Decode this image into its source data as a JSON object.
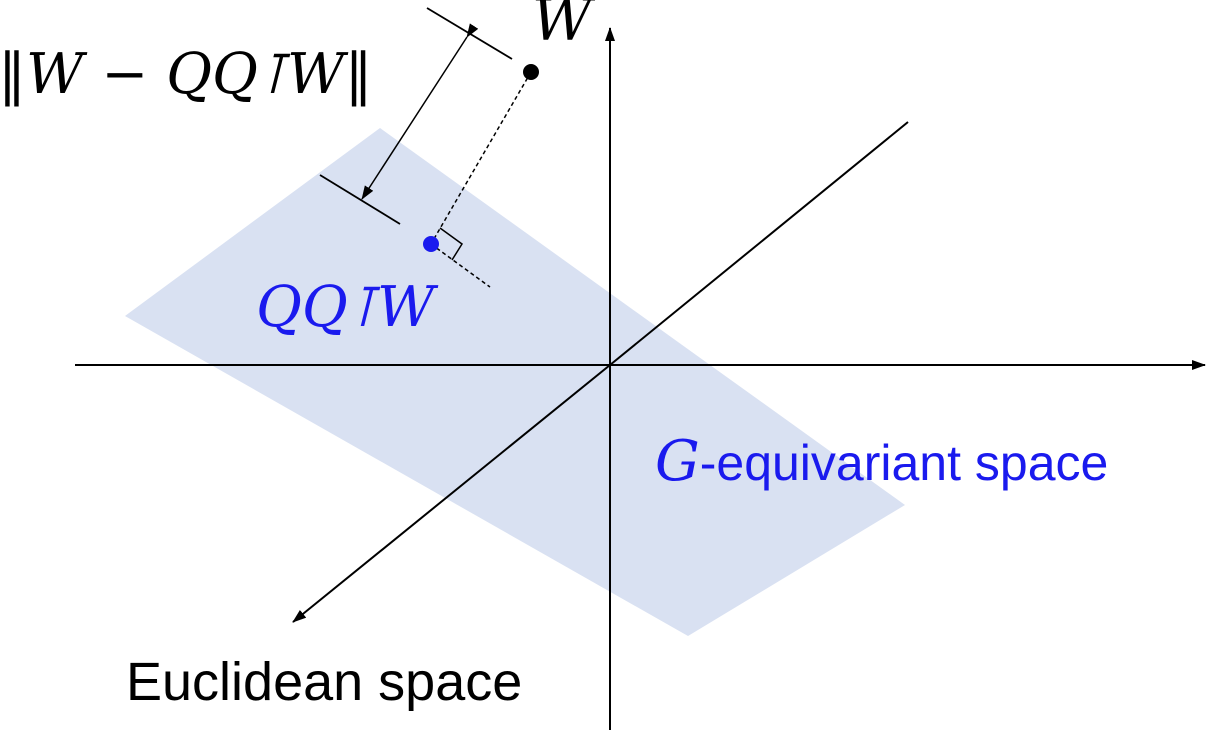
{
  "labels": {
    "norm_label": "‖W − QQ⊺W‖",
    "point_label": "W",
    "projection_label": "QQ⊺W",
    "subspace_label_symbol": "G",
    "subspace_label_text": "-equivariant space",
    "ambient_label": "Euclidean space"
  },
  "colors": {
    "plane_fill": "#d9e1f2",
    "projection_color": "#1a1aee",
    "axis_color": "#000000",
    "point_color": "#000000"
  }
}
